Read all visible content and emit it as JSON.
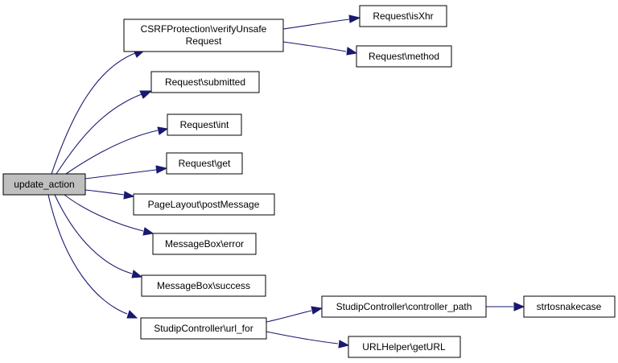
{
  "diagram": {
    "type": "call-graph",
    "colors": {
      "edge": "#191970",
      "node_fill": "#ffffff",
      "root_fill": "#bfbfbf",
      "node_border": "#000000"
    },
    "nodes": {
      "update_action": {
        "label": "update_action",
        "root": true
      },
      "csrf_verify": {
        "label_lines": [
          "CSRFProtection\\verifyUnsafe",
          "Request"
        ]
      },
      "request_isxhr": {
        "label": "Request\\isXhr"
      },
      "request_method": {
        "label": "Request\\method"
      },
      "request_submitted": {
        "label": "Request\\submitted"
      },
      "request_int": {
        "label": "Request\\int"
      },
      "request_get": {
        "label": "Request\\get"
      },
      "pagelayout_postmessage": {
        "label": "PageLayout\\postMessage"
      },
      "messagebox_error": {
        "label": "MessageBox\\error"
      },
      "messagebox_success": {
        "label": "MessageBox\\success"
      },
      "studipcontroller_url_for": {
        "label": "StudipController\\url_for"
      },
      "studipcontroller_controller_path": {
        "label": "StudipController\\controller_path"
      },
      "strtosnakecase": {
        "label": "strtosnakecase"
      },
      "urlhelper_geturl": {
        "label": "URLHelper\\getURL"
      }
    },
    "edges": [
      [
        "update_action",
        "csrf_verify"
      ],
      [
        "update_action",
        "request_submitted"
      ],
      [
        "update_action",
        "request_int"
      ],
      [
        "update_action",
        "request_get"
      ],
      [
        "update_action",
        "pagelayout_postmessage"
      ],
      [
        "update_action",
        "messagebox_error"
      ],
      [
        "update_action",
        "messagebox_success"
      ],
      [
        "update_action",
        "studipcontroller_url_for"
      ],
      [
        "csrf_verify",
        "request_isxhr"
      ],
      [
        "csrf_verify",
        "request_method"
      ],
      [
        "studipcontroller_url_for",
        "studipcontroller_controller_path"
      ],
      [
        "studipcontroller_url_for",
        "urlhelper_geturl"
      ],
      [
        "studipcontroller_controller_path",
        "strtosnakecase"
      ]
    ]
  }
}
